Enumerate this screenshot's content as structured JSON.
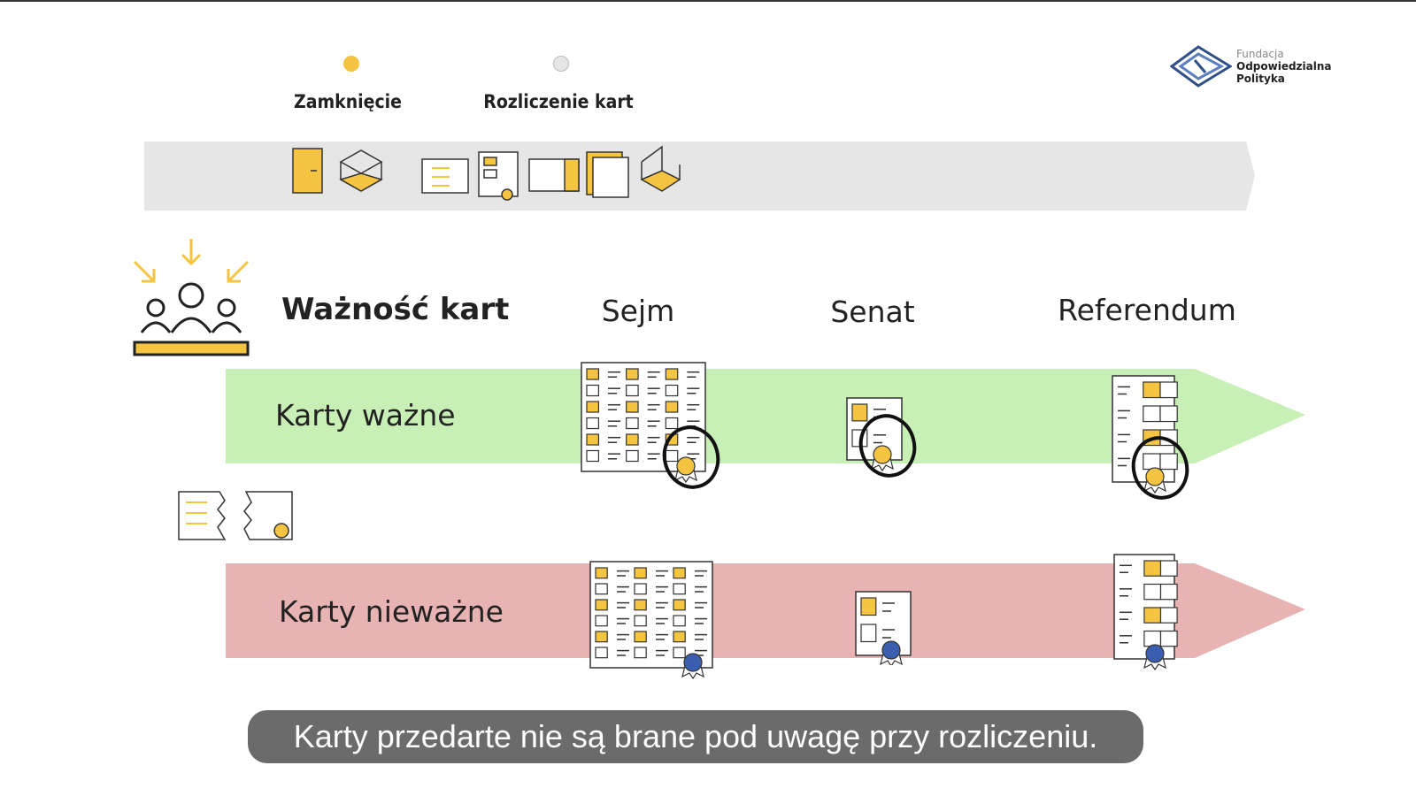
{
  "logo": {
    "line1": "Fundacja",
    "line2": "Odpowiedzialna",
    "line3": "Polityka"
  },
  "timeline": [
    {
      "label": "Zamknięcie",
      "state": "active",
      "color": "#f5c542"
    },
    {
      "label": "Rozliczenie kart",
      "state": "inactive",
      "color": "#e0e0e0"
    }
  ],
  "section_title": "Ważność kart",
  "columns": [
    "Sejm",
    "Senat",
    "Referendum"
  ],
  "rows": [
    {
      "label": "Karty ważne",
      "color": "#c8efb6",
      "seal_color": "#f5c542"
    },
    {
      "label": "Karty nieważne",
      "color": "#e8b3b3",
      "seal_color": "#3a5fb0"
    }
  ],
  "subtitle": "Karty przedarte nie są brane pod uwagę przy rozliczeniu.",
  "colors": {
    "accent": "#f5c542",
    "bar": "#e6e6e6"
  }
}
